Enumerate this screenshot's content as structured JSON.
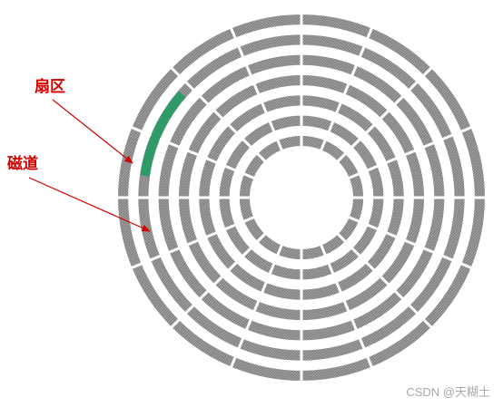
{
  "annotations": {
    "sector": "扇区",
    "track": "磁道"
  },
  "disk": {
    "track_count": 7,
    "sector_lines": 16,
    "track_color": "#8c8c8c",
    "highlight_color": "#2e9b66",
    "annotation_color": "#d40000"
  },
  "watermark": "CSDN @天糊土"
}
